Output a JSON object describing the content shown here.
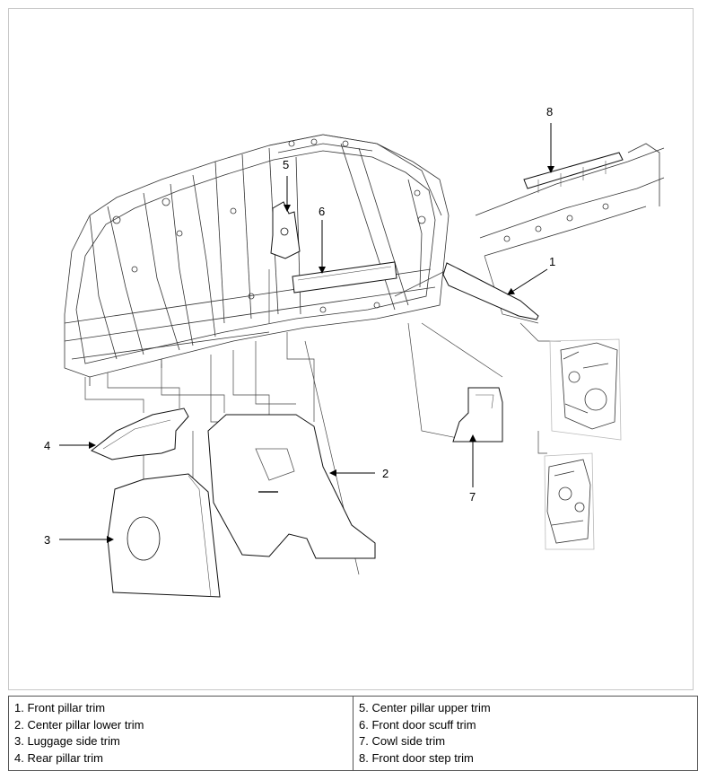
{
  "callouts": [
    {
      "num": "1"
    },
    {
      "num": "2"
    },
    {
      "num": "3"
    },
    {
      "num": "4"
    },
    {
      "num": "5"
    },
    {
      "num": "6"
    },
    {
      "num": "7"
    },
    {
      "num": "8"
    }
  ],
  "legend": {
    "left": [
      "1. Front pillar trim",
      "2. Center pillar lower trim",
      "3. Luggage side trim",
      "4. Rear pillar trim"
    ],
    "right": [
      "5. Center pillar upper trim",
      "6. Front door scuff trim",
      "7. Cowl side trim",
      "8. Front door step trim"
    ]
  }
}
